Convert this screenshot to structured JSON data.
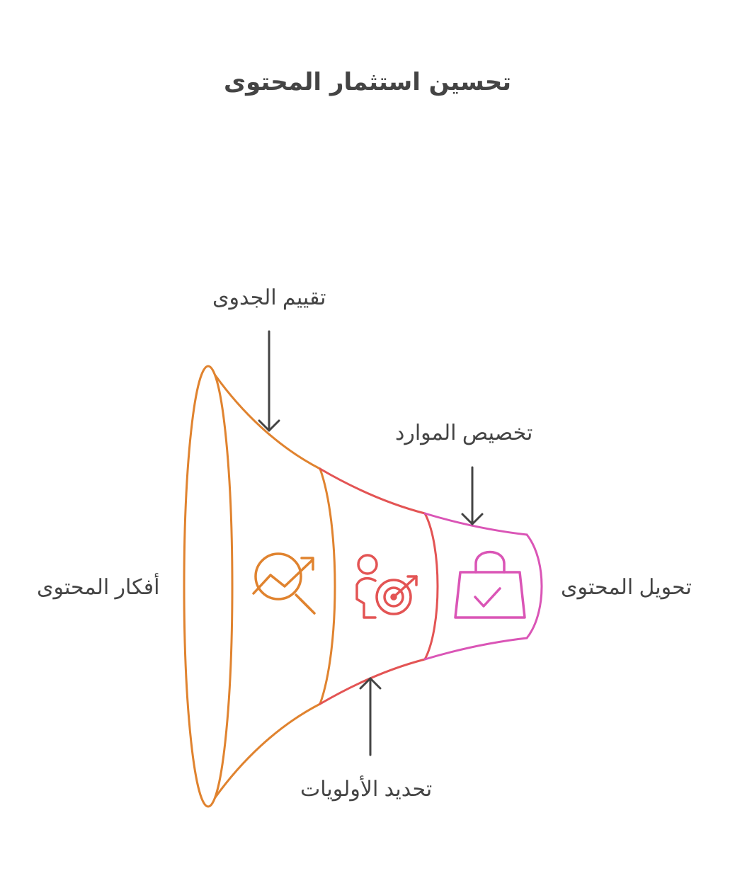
{
  "title": "تحسين استثمار المحتوى",
  "labels": {
    "input": "أفكار المحتوى",
    "output": "تحويل المحتوى",
    "stage1_top": "تقييم الجدوى",
    "stage2_bottom": "تحديد الأولويات",
    "stage3_top": "تخصيص الموارد"
  },
  "stages": [
    {
      "name": "feasibility-evaluation",
      "icon": "chart-magnifier-icon",
      "color": "#E0832F"
    },
    {
      "name": "prioritization",
      "icon": "person-target-icon",
      "color": "#E35454"
    },
    {
      "name": "resource-allocation",
      "icon": "shopping-bag-check-icon",
      "color": "#DA55B6"
    }
  ],
  "colors": {
    "text": "#444444",
    "arrow": "#444444"
  }
}
